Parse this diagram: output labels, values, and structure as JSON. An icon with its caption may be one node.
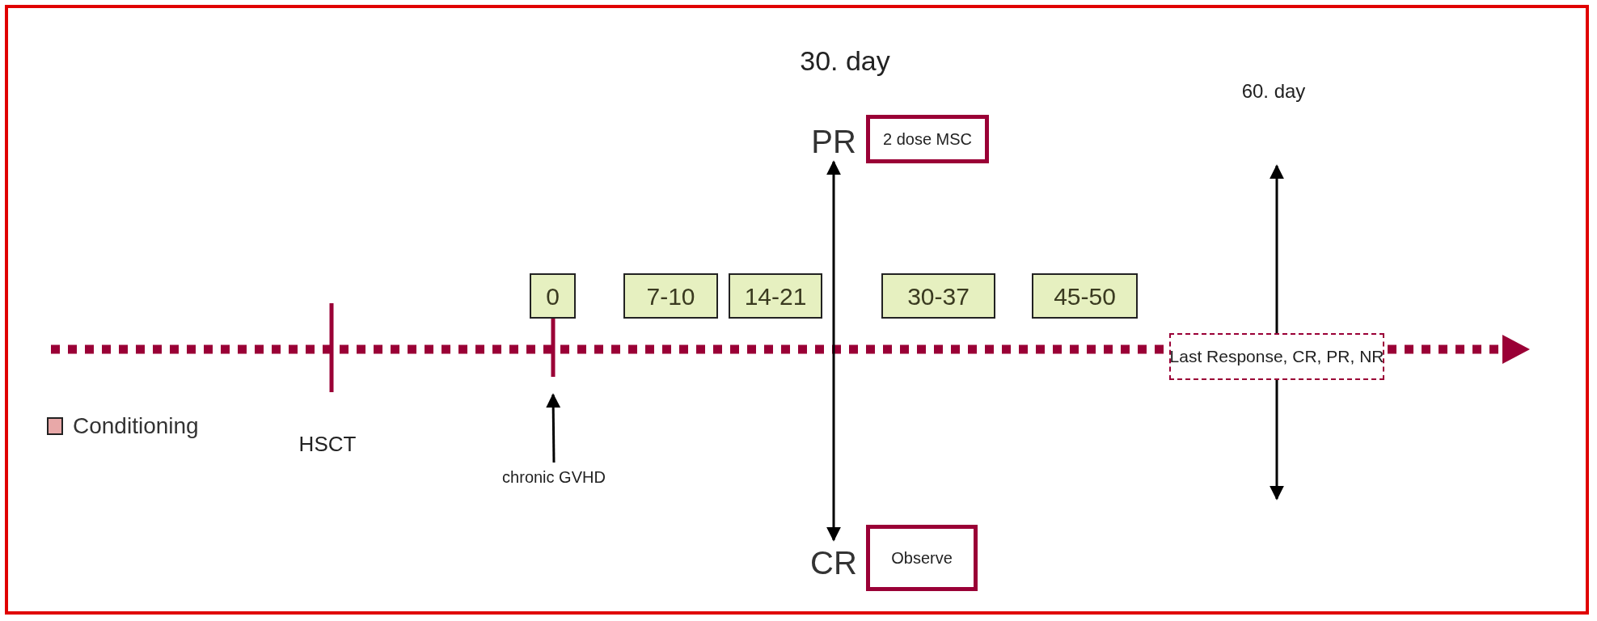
{
  "diagram": {
    "nodes": [
      {
        "text": [
          "0"
        ]
      },
      {
        "text": [
          "7-10"
        ]
      },
      {
        "text": [
          "14-21"
        ]
      },
      {
        "text": [
          "30-37"
        ]
      },
      {
        "text": [
          "45-50"
        ]
      },
      {
        "text": [
          "PR"
        ]
      },
      {
        "text": [
          "2 dose MSC"
        ]
      },
      {
        "text": [
          "CR"
        ]
      },
      {
        "text": [
          "Observe"
        ]
      },
      {
        "text": [
          "Last Response, CR, PR, NR"
        ]
      },
      {
        "text": [
          "chronic GVHD"
        ]
      }
    ],
    "edges": [
      {
        "from": 5,
        "to": 7,
        "arrow": "both"
      },
      {
        "from": 9,
        "to": null,
        "arrow": "to"
      },
      {
        "from": 9,
        "to": null,
        "arrow": "to"
      },
      {
        "from": 10,
        "to": null,
        "arrow": "to"
      }
    ],
    "labels": [
      "30. day",
      "60. day",
      "HSCT"
    ],
    "legend": [
      {
        "text": "Conditioning",
        "color": "#e8a8a8"
      }
    ]
  }
}
